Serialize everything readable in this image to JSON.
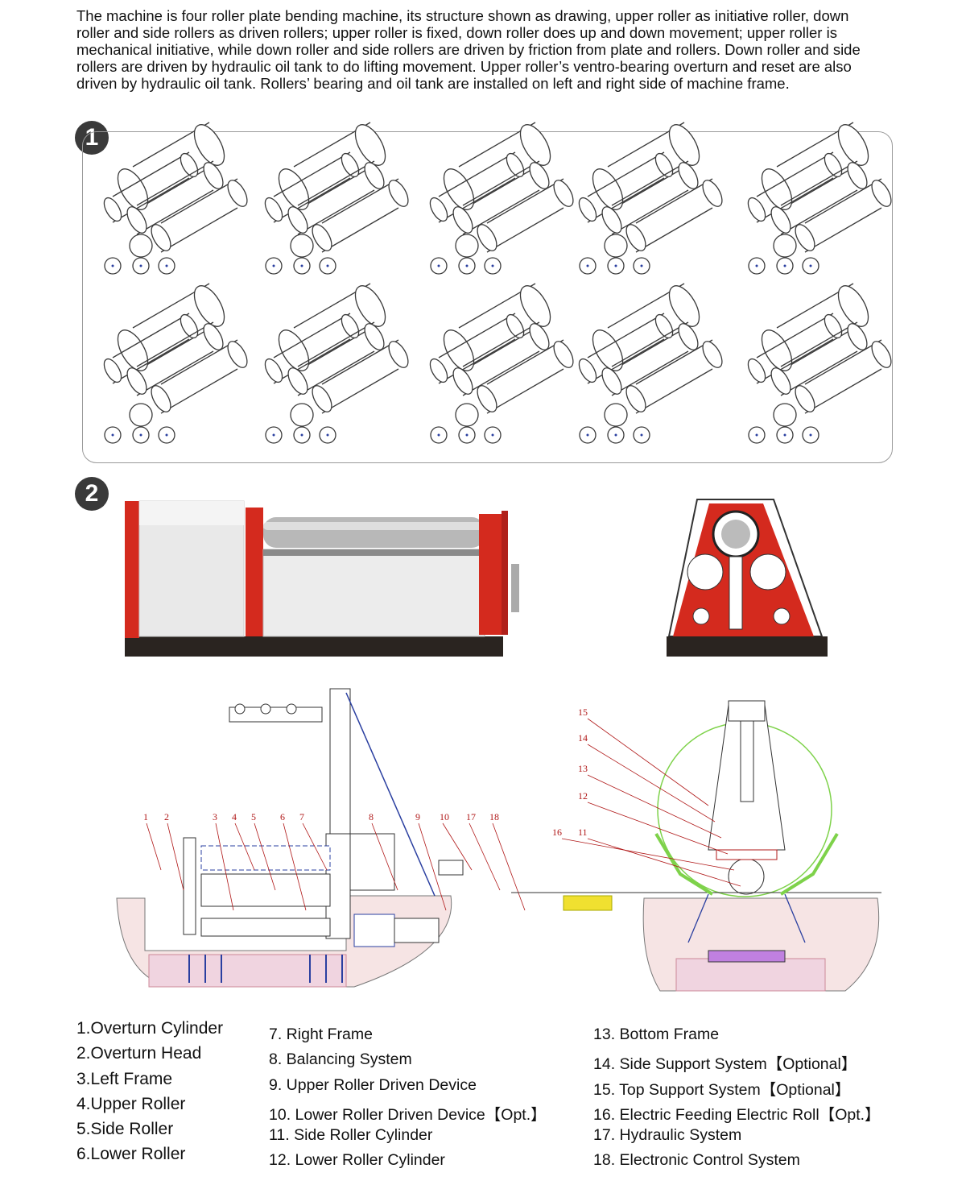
{
  "intro": "The machine is four roller plate bending machine, its structure shown as drawing, upper roller as initiative roller, down roller and side rollers as driven rollers; upper roller is fixed, down roller does up and down movement; upper roller is mechanical initiative, while down roller and side rollers are driven by friction from plate and rollers. Down roller and side rollers are driven by hydraulic oil tank to do lifting movement. Upper roller’s ventro-bearing overturn and reset are also driven by hydraulic oil tank. Rollers’ bearing and oil tank are installed on left and right side of machine frame.",
  "badges": {
    "one": "1",
    "two": "2"
  },
  "callouts": {
    "left": [
      "1",
      "2",
      "3",
      "4",
      "5",
      "6",
      "7",
      "8",
      "9",
      "10",
      "17",
      "18"
    ],
    "right": [
      "15",
      "14",
      "13",
      "12",
      "16",
      "11"
    ]
  },
  "legend": {
    "col1": [
      "1.Overturn Cylinder",
      "2.Overturn Head",
      "3.Left Frame",
      "4.Upper Roller",
      "5.Side Roller",
      "6.Lower Roller"
    ],
    "col2": [
      "7. Right Frame",
      "8. Balancing System",
      "9. Upper Roller Driven Device",
      "10. Lower Roller Driven Device【Opt.】",
      "11. Side Roller Cylinder",
      "12. Lower Roller Cylinder"
    ],
    "col3": [
      "13. Bottom Frame",
      "14. Side Support System【Optional】",
      "15. Top Support System【Optional】",
      "16. Electric Feeding Electric Roll【Opt.】",
      "17. Hydraulic System",
      "18. Electronic Control System"
    ]
  },
  "colors": {
    "frame_red": "#d42a1e",
    "base_dark": "#2a2420",
    "drawing_red": "#b01818",
    "drawing_blue": "#2a3fa0",
    "support_green": "#7ed24a"
  }
}
